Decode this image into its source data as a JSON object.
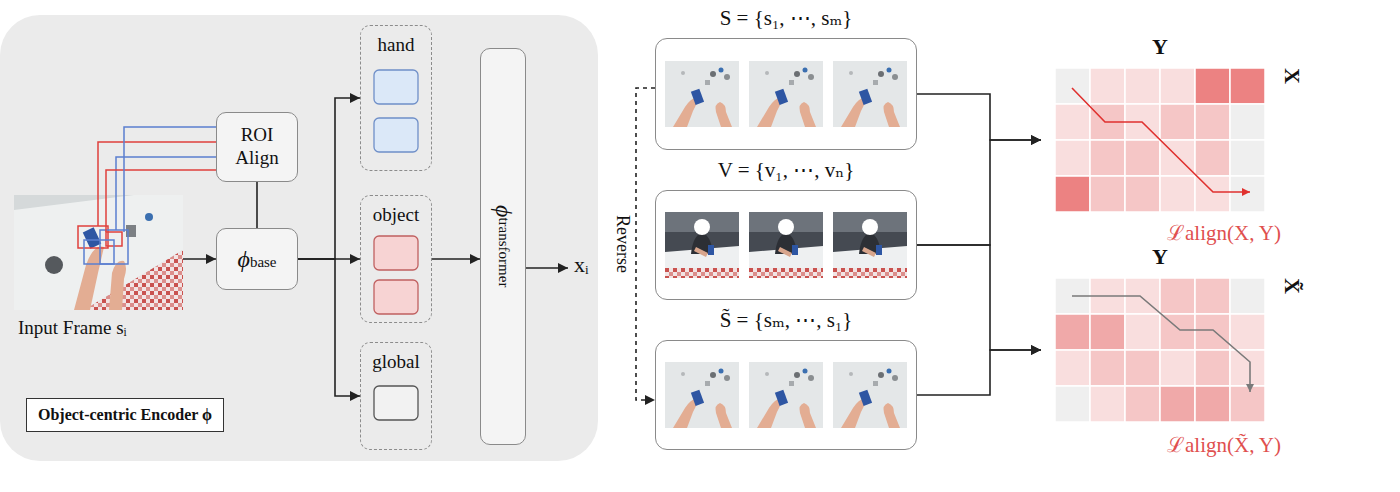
{
  "diagram": {
    "nodes": [
      {
        "text": [
          "Input Frame sᵢ"
        ]
      },
      {
        "text": [
          "ROI Align"
        ]
      },
      {
        "text": [
          "ϕbase"
        ]
      },
      {
        "text": [
          "hand"
        ]
      },
      {
        "text": [
          "object"
        ]
      },
      {
        "text": [
          "global"
        ]
      },
      {
        "text": [
          "ϕtransformer"
        ]
      },
      {
        "text": [
          "Object-centric Encoder ϕ"
        ]
      },
      {
        "text": [
          "S = {s₁, ⋯, sₘ}"
        ]
      },
      {
        "text": [
          "V = {v₁, ⋯, vₙ}"
        ]
      },
      {
        "text": [
          "S̃ = {sₘ, ⋯, s₁}"
        ]
      },
      {
        "text": [
          "Y",
          "X",
          "ℒalign(X, Y)"
        ]
      },
      {
        "text": [
          "Y",
          "X̃",
          "ℒalign(X̃, Y)"
        ]
      }
    ],
    "edges": [
      {
        "from": 0,
        "to": 2,
        "arrow": "to"
      },
      {
        "from": 0,
        "to": 1,
        "arrow": "none"
      },
      {
        "from": 1,
        "to": 2,
        "arrow": "none"
      },
      {
        "from": 2,
        "to": 3,
        "arrow": "to"
      },
      {
        "from": 2,
        "to": 4,
        "arrow": "to"
      },
      {
        "from": 2,
        "to": 5,
        "arrow": "to"
      },
      {
        "from": 4,
        "to": 6,
        "arrow": "to"
      },
      {
        "from": 8,
        "to": 11,
        "arrow": "to"
      },
      {
        "from": 9,
        "to": 11,
        "arrow": "to"
      },
      {
        "from": 9,
        "to": 12,
        "arrow": "to"
      },
      {
        "from": 10,
        "to": 12,
        "arrow": "to"
      },
      {
        "from": 8,
        "to": 10,
        "label": "Reverse",
        "arrow": "to"
      }
    ],
    "labels": [
      "xᵢ"
    ]
  }
}
